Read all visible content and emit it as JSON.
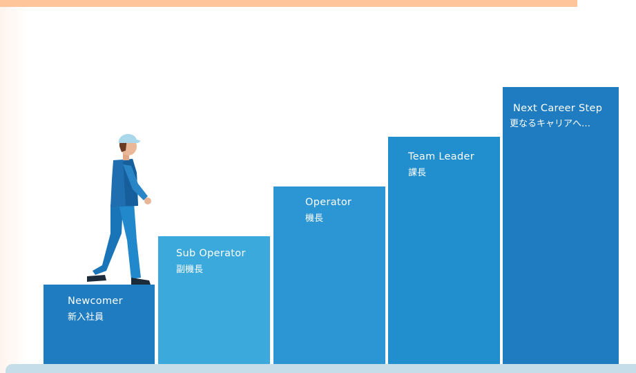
{
  "steps": [
    {
      "label_en": "Newcomer",
      "label_ja": "新入社員"
    },
    {
      "label_en": "Sub Operator",
      "label_ja": "副機長"
    },
    {
      "label_en": "Operator",
      "label_ja": "機長"
    },
    {
      "label_en": "Team Leader",
      "label_ja": "課長"
    },
    {
      "label_en": "Next Career Step",
      "label_ja": "更なるキャリアへ…"
    }
  ],
  "colors": {
    "accent_bar": "#ffc59a",
    "step_dark": "#1f7cc0",
    "step_light": "#3ca9dc",
    "floor": "#c5dde8"
  },
  "icons": {
    "figure": "worker-in-cap-icon"
  }
}
